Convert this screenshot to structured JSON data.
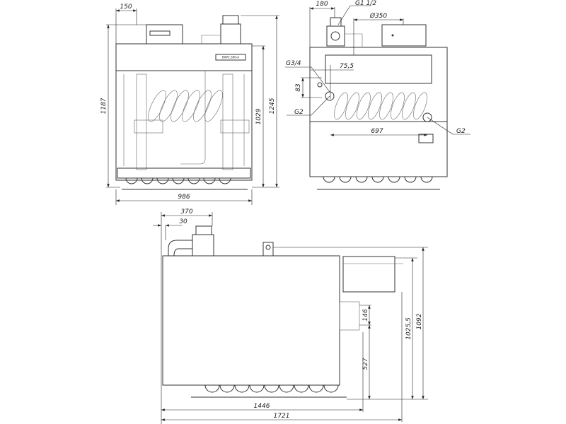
{
  "views": {
    "front": {
      "nameplate": "ВАРС-300-А",
      "dims": {
        "top_offset": "150",
        "height_body": "1187",
        "height_inner": "1029",
        "height_total": "1245",
        "width": "986"
      }
    },
    "rear": {
      "dims": {
        "gas_offset": "180",
        "flue": "Ø350",
        "conn_offset": "75,5",
        "conn_spacing": "83",
        "conn_span": "697"
      },
      "callouts": {
        "gas_inlet": "G1 1/2",
        "small_conn": "G3/4",
        "left_conn": "G2",
        "right_conn": "G2"
      }
    },
    "side": {
      "dims": {
        "valve_depth": "370",
        "valve_offset": "30",
        "conn_spacing": "146",
        "conn_height": "527",
        "height_box": "1025,5",
        "height_total": "1092",
        "length_body": "1446",
        "length_total": "1721"
      }
    }
  }
}
